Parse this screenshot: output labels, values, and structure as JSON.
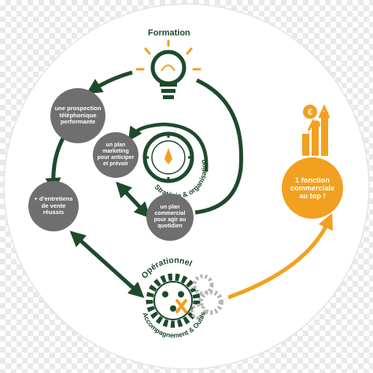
{
  "diagram": {
    "title_top": "Formation",
    "title_bottom": "Opérationnel",
    "arc_strategy": "Stratégie & organisation",
    "arc_tools": "Accompagnement & Outils",
    "nodes": {
      "prospection": "une prospection téléphonique performante",
      "marketing": "un plan marketing pour anticiper et prévoir",
      "entretiens": "+ d'entretiens de vente réussis",
      "commercial": "un plan commercial pour agir au quotidien",
      "fonction": "1 fonction commerciale au top !"
    },
    "colors": {
      "green": "#1e4a2c",
      "orange": "#f2a020",
      "gray": "#6f6f6f"
    },
    "icons": [
      "lightbulb-icon",
      "compass-icon",
      "gears-icon",
      "growth-bars-icon"
    ]
  }
}
